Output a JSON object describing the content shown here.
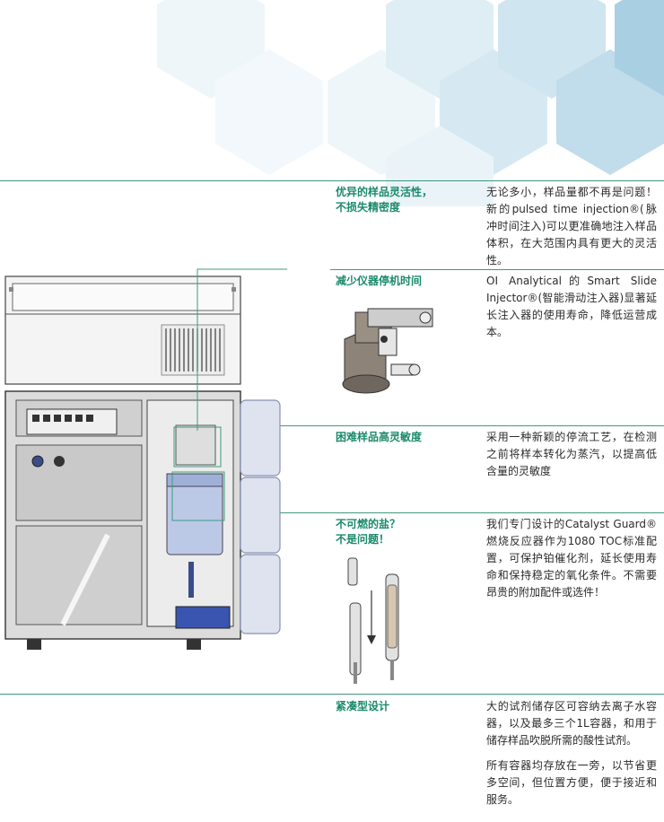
{
  "colors": {
    "accent": "#1b8a6b",
    "rule": "#3f9a7a",
    "hex_light": "#e9f3f8",
    "hex_mid": "#d3e7f1",
    "hex_dark": "#bcd9e9"
  },
  "sections": [
    {
      "heading": "优异的样品灵活性，\n不损失精密度",
      "paragraphs": [
        "无论多小，样品量都不再是问题！新的pulsed time injection®(脉冲时间注入)可以更准确地注入样品体积，在大范围内具有更大的灵活性。"
      ]
    },
    {
      "heading": "减少仪器停机时间",
      "paragraphs": [
        "OI Analytical的Smart Slide Injector®(智能滑动注入器)显著延长注入器的使用寿命，降低运营成本。"
      ]
    },
    {
      "heading": "困难样品高灵敏度",
      "paragraphs": [
        "采用一种新颖的停流工艺，在检测之前将样本转化为蒸汽，以提高低含量的灵敏度"
      ]
    },
    {
      "heading": "不可燃的盐？\n不是问题！",
      "paragraphs": [
        "我们专门设计的Catalyst Guard®燃烧反应器作为1080 TOC标准配置，可保护铂催化剂，延长使用寿命和保持稳定的氧化条件。不需要昂贵的附加配件或选件！"
      ]
    },
    {
      "heading": "紧凑型设计",
      "paragraphs": [
        "大的试剂储存区可容纳去离子水容器，以及最多三个1L容器，和用于储存样品吹脱所需的酸性试剂。",
        "所有容器均存放在一旁，以节省更多空间，但位置方便，便于接近和服务。"
      ]
    }
  ]
}
